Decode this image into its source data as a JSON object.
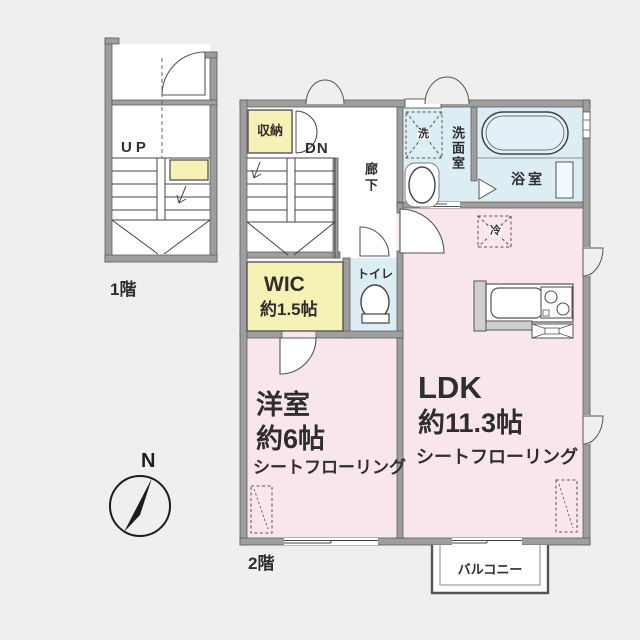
{
  "colors": {
    "background": "#efefef",
    "room_pink": "#f9e5ec",
    "room_blue": "#dcedf4",
    "closet_yellow": "#f6f1b4",
    "wall_gray": "#9e9e9e"
  },
  "first_floor": {
    "label": "1階",
    "up_label": "UP"
  },
  "second_floor": {
    "label": "2階",
    "dn_label": "DN",
    "storage": "収納",
    "hallway": "廊下",
    "washer": "洗",
    "washroom": "洗面室",
    "bathroom": "浴室",
    "toilet": "トイレ",
    "fridge": "冷",
    "wic": {
      "name": "WIC",
      "size": "約1.5帖"
    },
    "western_room": {
      "name": "洋室",
      "size": "約6帖",
      "flooring": "シートフローリング"
    },
    "ldk": {
      "name": "LDK",
      "size": "約11.3帖",
      "flooring": "シートフローリング"
    },
    "balcony": "バルコニー"
  },
  "compass": {
    "north_label": "N"
  }
}
